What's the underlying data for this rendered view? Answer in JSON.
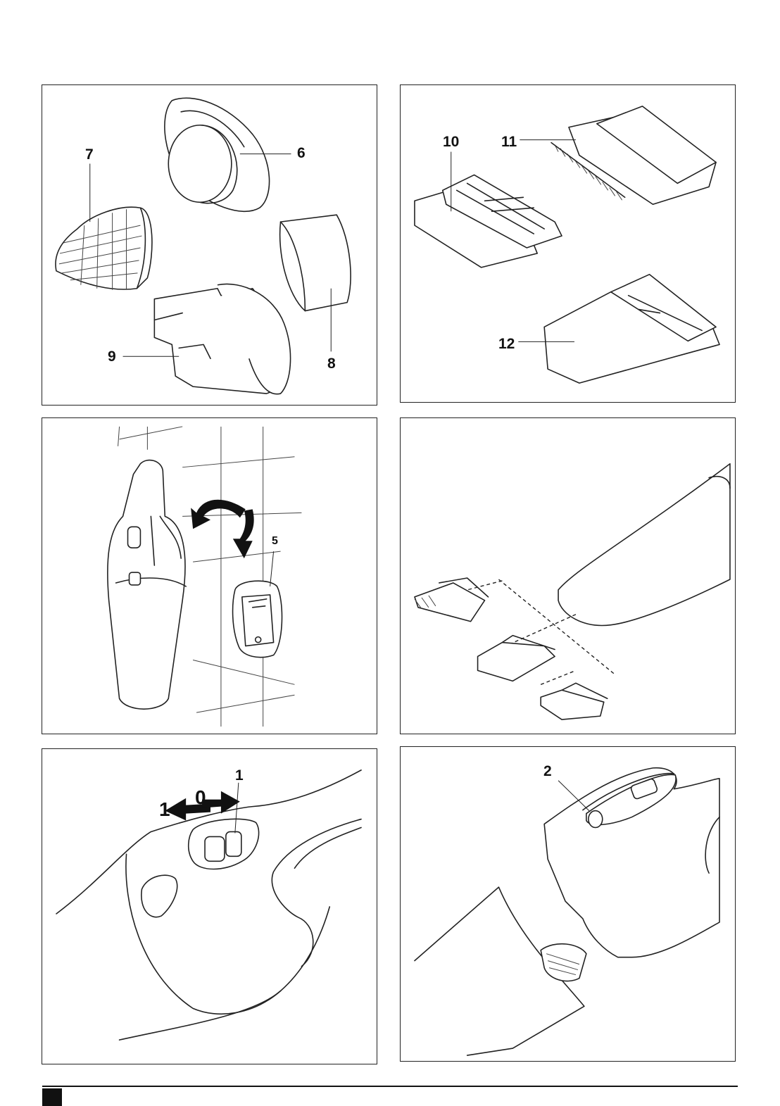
{
  "figures": {
    "fig1": {
      "labels": {
        "l6": "6",
        "l7": "7",
        "l8": "8",
        "l9": "9"
      }
    },
    "fig2": {
      "labels": {
        "l10": "10",
        "l11": "11",
        "l12": "12"
      }
    },
    "fig3": {
      "labels": {
        "l5": "5"
      }
    },
    "fig4": {
      "labels": {}
    },
    "fig5": {
      "labels": {
        "l1": "1",
        "on": "1",
        "off": "0"
      }
    },
    "fig6": {
      "labels": {
        "l2": "2"
      }
    }
  }
}
